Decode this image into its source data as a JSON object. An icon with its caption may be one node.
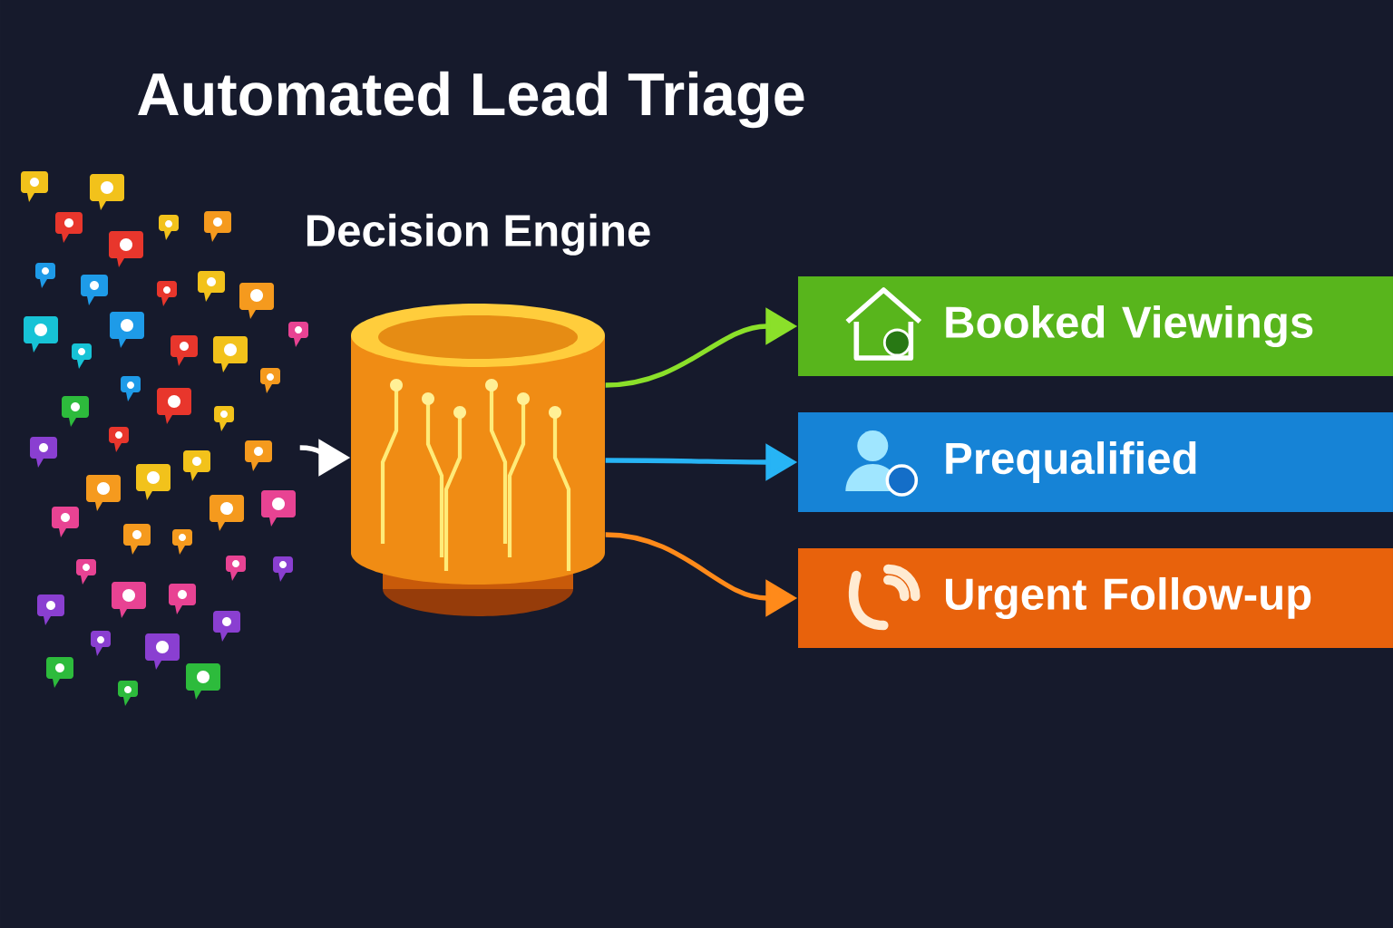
{
  "diagram": {
    "title": "Automated Lead Triage",
    "nodes": [
      {
        "text": [],
        "shape": "picture"
      },
      {
        "text": [
          "Decision Engine"
        ]
      },
      {
        "text": [
          "Booked Viewings"
        ]
      },
      {
        "text": [
          "Prequalified"
        ]
      },
      {
        "text": [
          "Urgent Follow-up"
        ]
      }
    ],
    "edges": [
      {
        "from": 0,
        "to": 1,
        "arrow": "to",
        "color": "#ffffff"
      },
      {
        "from": 1,
        "to": 2,
        "arrow": "to",
        "color": "#8be02a"
      },
      {
        "from": 1,
        "to": 3,
        "arrow": "to",
        "color": "#27b4f5"
      },
      {
        "from": 1,
        "to": 4,
        "arrow": "to",
        "color": "#ff8a1a"
      }
    ]
  }
}
